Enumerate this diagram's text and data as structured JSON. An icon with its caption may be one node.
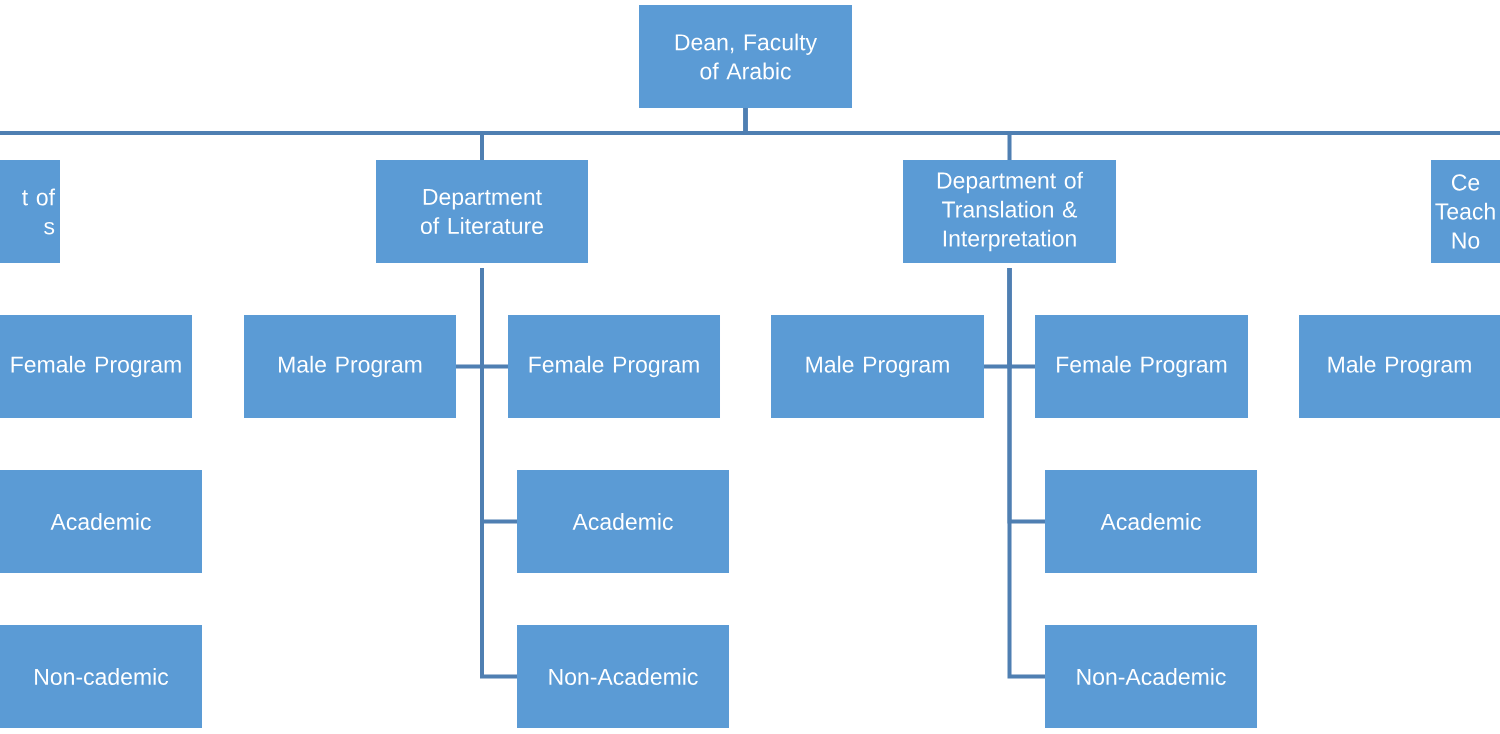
{
  "diagram": {
    "nodes": [
      {
        "text": [
          "Dean, Faculty of Arabic"
        ]
      },
      {
        "text": [
          "t of s"
        ]
      },
      {
        "text": [
          "Department of Literature"
        ]
      },
      {
        "text": [
          "Department of Translation & Interpretation"
        ]
      },
      {
        "text": [
          "Ce Teach No"
        ]
      },
      {
        "text": [
          "Female Program"
        ]
      },
      {
        "text": [
          "Male Program"
        ]
      },
      {
        "text": [
          "Female Program"
        ]
      },
      {
        "text": [
          "Male Program"
        ]
      },
      {
        "text": [
          "Female Program"
        ]
      },
      {
        "text": [
          "Male Program"
        ]
      },
      {
        "text": [
          "Academic"
        ]
      },
      {
        "text": [
          "Academic"
        ]
      },
      {
        "text": [
          "Academic"
        ]
      },
      {
        "text": [
          "Non-cademic"
        ]
      },
      {
        "text": [
          "Non-Academic"
        ]
      },
      {
        "text": [
          "Non-Academic"
        ]
      }
    ],
    "edges": [
      {
        "from": 0,
        "to": null,
        "arrow": "none"
      },
      {
        "from": 0,
        "to": 2,
        "arrow": "none"
      },
      {
        "from": 0,
        "to": 3,
        "arrow": "none"
      },
      {
        "from": 0,
        "to": null,
        "arrow": "none"
      },
      {
        "from": 2,
        "to": 6,
        "arrow": "none"
      },
      {
        "from": 2,
        "to": 7,
        "arrow": "none"
      },
      {
        "from": 2,
        "to": 12,
        "arrow": "none"
      },
      {
        "from": 2,
        "to": 15,
        "arrow": "none"
      },
      {
        "from": 3,
        "to": 8,
        "arrow": "none"
      },
      {
        "from": 3,
        "to": 9,
        "arrow": "none"
      },
      {
        "from": 3,
        "to": 13,
        "arrow": "none"
      },
      {
        "from": 3,
        "to": 16,
        "arrow": "none"
      }
    ]
  }
}
